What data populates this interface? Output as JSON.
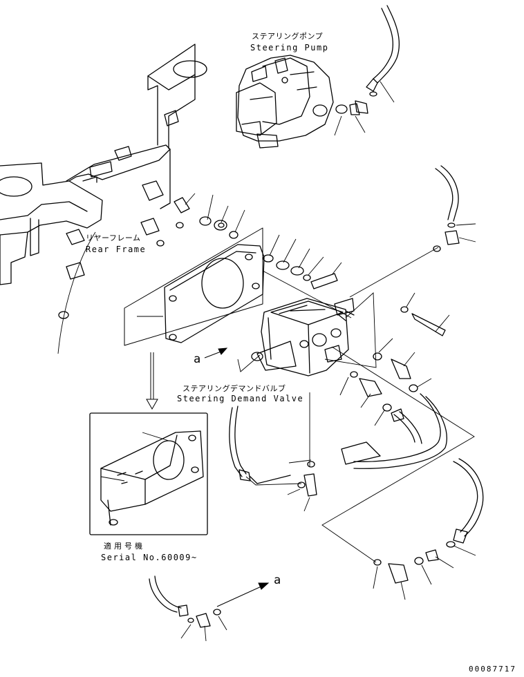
{
  "labels": {
    "steering_pump_jp": "ステアリングポンプ",
    "steering_pump_en": "Steering Pump",
    "rear_frame_jp": "リヤーフレーム",
    "rear_frame_en": "Rear Frame",
    "steering_valve_jp": "ステアリングデマンドバルブ",
    "steering_valve_en": "Steering Demand Valve",
    "serial_jp": "適用号機",
    "serial_en": "Serial No.60009~",
    "arrow_a_top": "a",
    "arrow_a_bottom": "a",
    "drawing_number": "00087717"
  }
}
